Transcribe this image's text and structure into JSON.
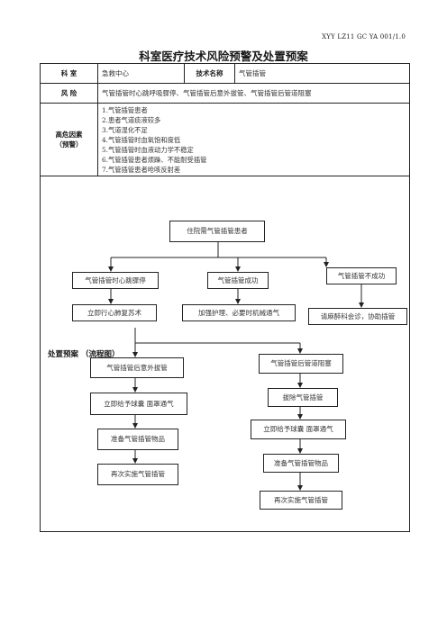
{
  "doc_code": "XYY LZ11 GC YA 001/1.0",
  "title": "科室医疗技术风险预警及处置预案",
  "row1": {
    "dept_label": "科  室",
    "dept_value": "急救中心",
    "tech_label": "技术名称",
    "tech_value": "气管插管"
  },
  "row2": {
    "risk_label": "风  险",
    "risk_value": "气管插管时心跳呼吸骤停、气管插管后意外拔管、气管插管后管道阻塞"
  },
  "row3": {
    "label_line1": "高危因素",
    "label_line2": "（预警）",
    "factors": [
      "1.气管插管患者",
      "2.患者气道痰液较多",
      "3.气道湿化不足",
      "4.气管插管时血氧饱和度低",
      "5.气管插管时血液动力学不稳定",
      "6.气管插管患者烦躁、不能耐受插管",
      "7.气管插管患者呛咳反射差"
    ]
  },
  "plan": {
    "heading": "处置预案 （流程图）",
    "start": "住院需气管插管患者",
    "left_branch": "气管插管时心跳骤停",
    "left_action": "立即行心肺复苏术",
    "mid_branch": "气管插管成功",
    "mid_action": "加强护理、必要时机械通气",
    "right_branch": "气管插管不成功",
    "right_action": "请麻醉科会诊，协助插管",
    "extub_branch": "气管插管后意外拔管",
    "extub_steps": [
      "立即给予球囊 面罩通气",
      "准备气管插管物品",
      "再次实施气管插管"
    ],
    "block_branch": "气管插管后管道阻塞",
    "block_steps": [
      "拔除气管插管",
      "立即给予球囊 面罩通气",
      "准备气管插管物品",
      "再次实施气管插管"
    ]
  }
}
